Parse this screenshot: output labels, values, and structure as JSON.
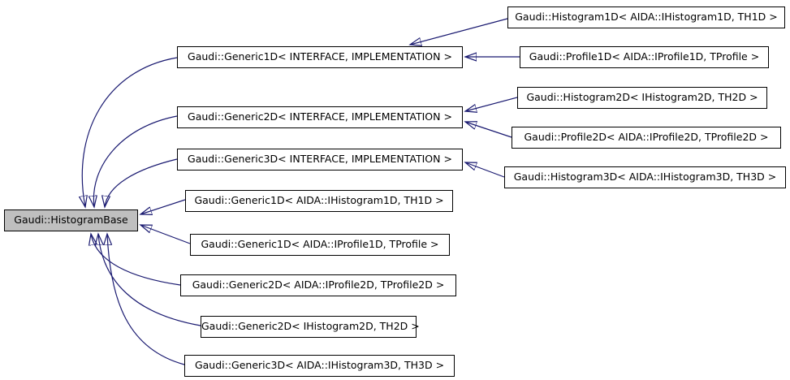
{
  "diagram": {
    "type": "class-inheritance-graph",
    "colors": {
      "background": "#ffffff",
      "edge": "#191970",
      "node_border": "#000000",
      "node_fill": "#ffffff",
      "highlight_fill": "#bfbfbf"
    },
    "nodes": [
      {
        "id": "HistogramBase",
        "label": "Gaudi::HistogramBase",
        "highlighted": true
      },
      {
        "id": "Generic1D_INTERFACE",
        "label": "Gaudi::Generic1D< INTERFACE, IMPLEMENTATION >",
        "highlighted": false
      },
      {
        "id": "Generic2D_INTERFACE",
        "label": "Gaudi::Generic2D< INTERFACE, IMPLEMENTATION >",
        "highlighted": false
      },
      {
        "id": "Generic3D_INTERFACE",
        "label": "Gaudi::Generic3D< INTERFACE, IMPLEMENTATION >",
        "highlighted": false
      },
      {
        "id": "Generic1D_Histogram1D",
        "label": "Gaudi::Generic1D< AIDA::IHistogram1D, TH1D >",
        "highlighted": false
      },
      {
        "id": "Generic1D_Profile1D",
        "label": "Gaudi::Generic1D< AIDA::IProfile1D, TProfile >",
        "highlighted": false
      },
      {
        "id": "Generic2D_Profile2D",
        "label": "Gaudi::Generic2D< AIDA::IProfile2D, TProfile2D >",
        "highlighted": false
      },
      {
        "id": "Generic2D_Histogram2D",
        "label": "Gaudi::Generic2D< IHistogram2D, TH2D >",
        "highlighted": false
      },
      {
        "id": "Generic3D_Histogram3D",
        "label": "Gaudi::Generic3D< AIDA::IHistogram3D, TH3D >",
        "highlighted": false
      },
      {
        "id": "Histogram1D",
        "label": "Gaudi::Histogram1D< AIDA::IHistogram1D, TH1D >",
        "highlighted": false
      },
      {
        "id": "Profile1D",
        "label": "Gaudi::Profile1D< AIDA::IProfile1D, TProfile >",
        "highlighted": false
      },
      {
        "id": "Histogram2D",
        "label": "Gaudi::Histogram2D< IHistogram2D, TH2D >",
        "highlighted": false
      },
      {
        "id": "Profile2D",
        "label": "Gaudi::Profile2D< AIDA::IProfile2D, TProfile2D >",
        "highlighted": false
      },
      {
        "id": "Histogram3D",
        "label": "Gaudi::Histogram3D< AIDA::IHistogram3D, TH3D >",
        "highlighted": false
      }
    ],
    "edges": [
      {
        "from": "Generic1D_INTERFACE",
        "to": "HistogramBase"
      },
      {
        "from": "Generic2D_INTERFACE",
        "to": "HistogramBase"
      },
      {
        "from": "Generic3D_INTERFACE",
        "to": "HistogramBase"
      },
      {
        "from": "Generic1D_Histogram1D",
        "to": "HistogramBase"
      },
      {
        "from": "Generic1D_Profile1D",
        "to": "HistogramBase"
      },
      {
        "from": "Generic2D_Profile2D",
        "to": "HistogramBase"
      },
      {
        "from": "Generic2D_Histogram2D",
        "to": "HistogramBase"
      },
      {
        "from": "Generic3D_Histogram3D",
        "to": "HistogramBase"
      },
      {
        "from": "Histogram1D",
        "to": "Generic1D_INTERFACE"
      },
      {
        "from": "Profile1D",
        "to": "Generic1D_INTERFACE"
      },
      {
        "from": "Histogram2D",
        "to": "Generic2D_INTERFACE"
      },
      {
        "from": "Profile2D",
        "to": "Generic2D_INTERFACE"
      },
      {
        "from": "Histogram3D",
        "to": "Generic3D_INTERFACE"
      }
    ]
  }
}
